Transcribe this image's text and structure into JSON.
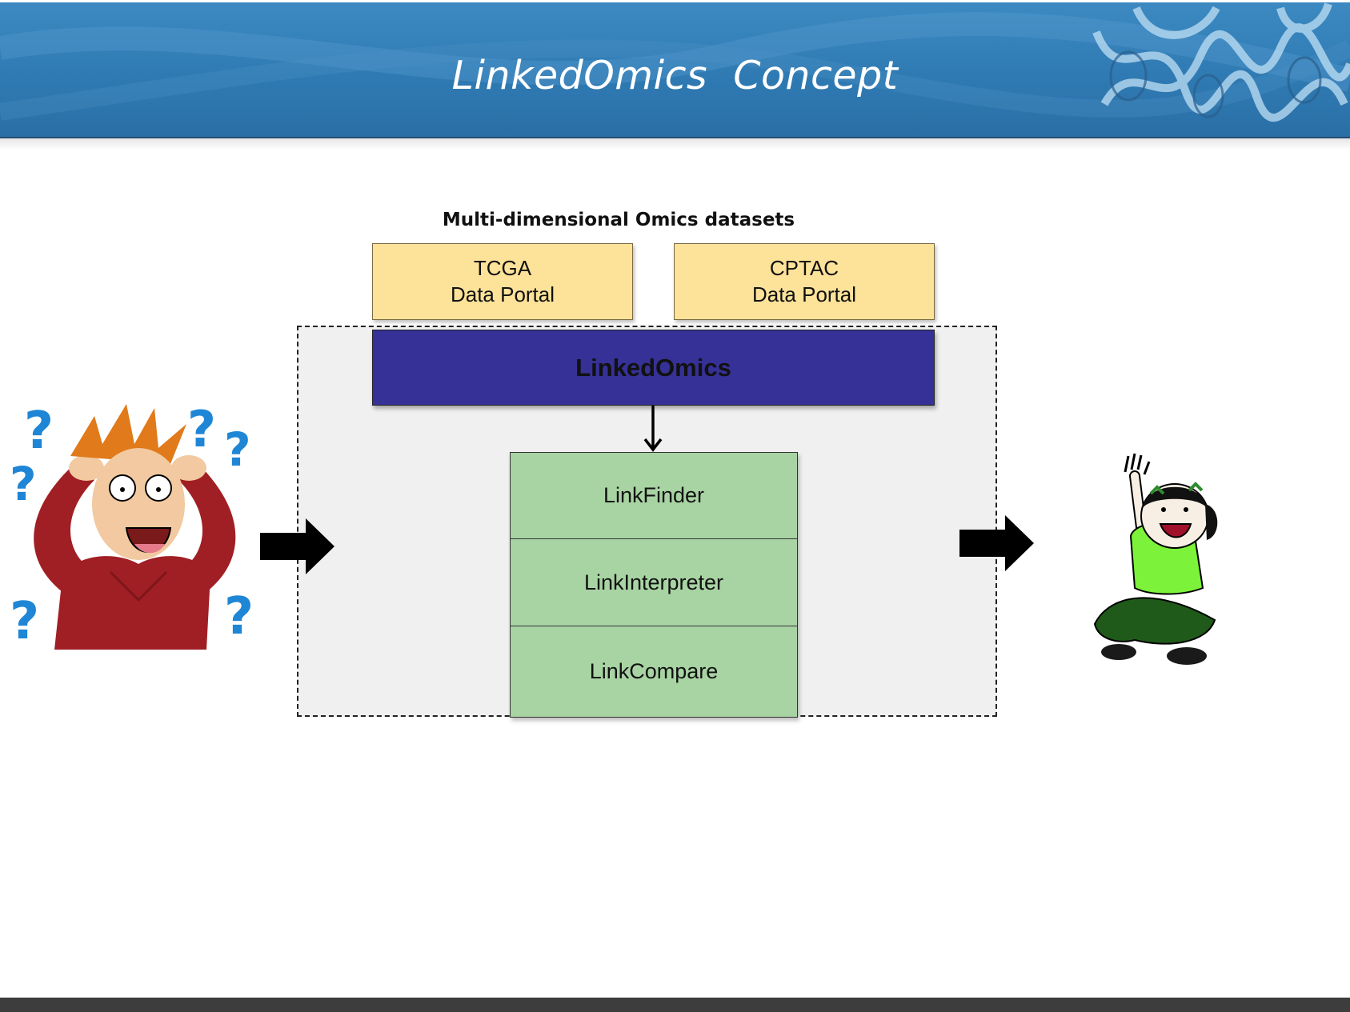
{
  "slide": {
    "title": "LinkedOmics  Concept"
  },
  "diagram": {
    "section_title": "Multi-dimensional Omics datasets",
    "portals": [
      {
        "line1": "TCGA",
        "line2": "Data Portal"
      },
      {
        "line1": "CPTAC",
        "line2": "Data Portal"
      }
    ],
    "hub_label": "LinkedOmics",
    "tools": [
      "LinkFinder",
      "LinkInterpreter",
      "LinkCompare"
    ]
  },
  "colors": {
    "header_blue": "#3d8ac2",
    "portal_fill": "#fde299",
    "hub_fill": "#363196",
    "tool_fill": "#a8d4a3",
    "container_fill": "#f0f0f0"
  },
  "illustrations": {
    "left": "confused-person-with-question-marks",
    "right": "happy-girl-waving"
  }
}
